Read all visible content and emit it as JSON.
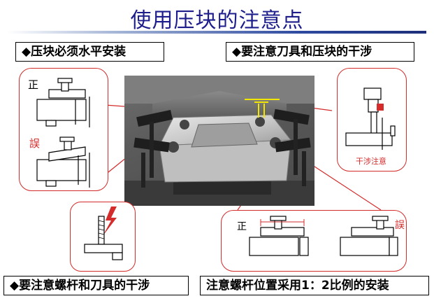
{
  "title": "使用压块的注意点",
  "labels": {
    "top_left": "◆压块必须水平安装",
    "top_right": "◆要注意刀具和压块的干涉",
    "bottom_left": "◆要注意螺杆和刀具的干涉",
    "bottom_right": "注意螺杆位置采用1：2比例的安装"
  },
  "left_bubble": {
    "correct_label": "正",
    "wrong_label": "誤"
  },
  "right_bubble": {
    "caption": "干涉注意"
  },
  "bottom_right_bubble": {
    "correct_label": "正",
    "wrong_label": "誤"
  },
  "colors": {
    "title": "#1d1d8c",
    "callout_red": "#d42b2b",
    "interference_yellow": "#f2e600"
  }
}
